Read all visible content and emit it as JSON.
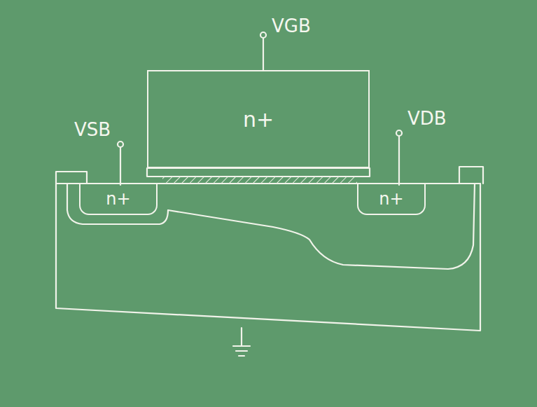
{
  "diagram": {
    "nodes": [
      {
        "text": [
          "n+"
        ]
      },
      {
        "text": [
          "n+"
        ]
      },
      {
        "text": [
          "n+"
        ]
      }
    ],
    "labels": [
      "VGB",
      "VSB",
      "VDB"
    ]
  }
}
